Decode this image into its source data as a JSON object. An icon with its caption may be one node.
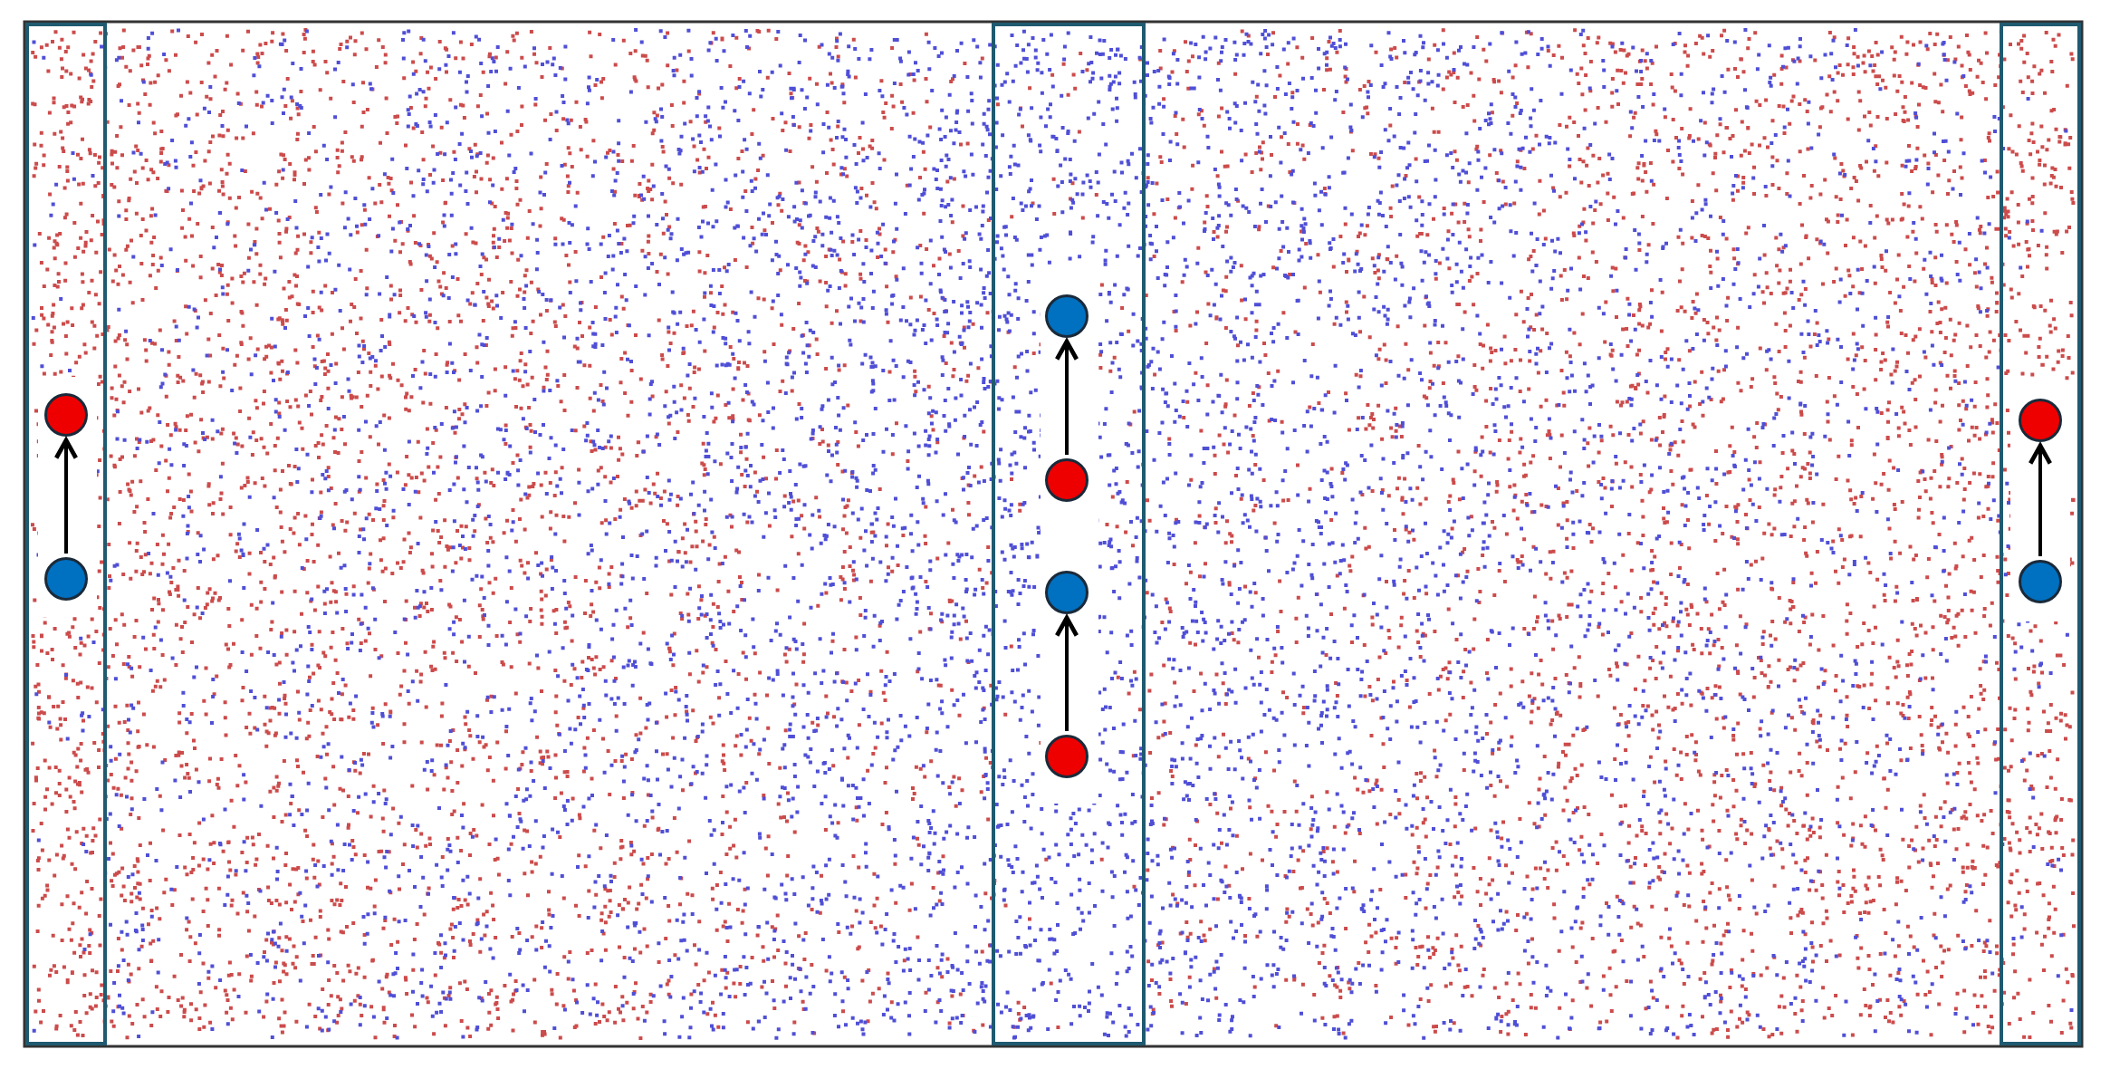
{
  "diagram": {
    "nodes": [
      {
        "text": [],
        "shape": "circle"
      },
      {
        "text": [],
        "shape": "circle"
      },
      {
        "text": [],
        "shape": "circle"
      },
      {
        "text": [],
        "shape": "circle"
      },
      {
        "text": [],
        "shape": "circle"
      },
      {
        "text": [],
        "shape": "circle"
      },
      {
        "text": [],
        "shape": "circle"
      },
      {
        "text": [],
        "shape": "circle"
      }
    ],
    "edges": [
      {
        "from": 1,
        "to": 0,
        "arrow": "to"
      },
      {
        "from": 3,
        "to": 2,
        "arrow": "to"
      },
      {
        "from": 5,
        "to": 4,
        "arrow": "to"
      },
      {
        "from": 7,
        "to": 6,
        "arrow": "to"
      }
    ]
  }
}
